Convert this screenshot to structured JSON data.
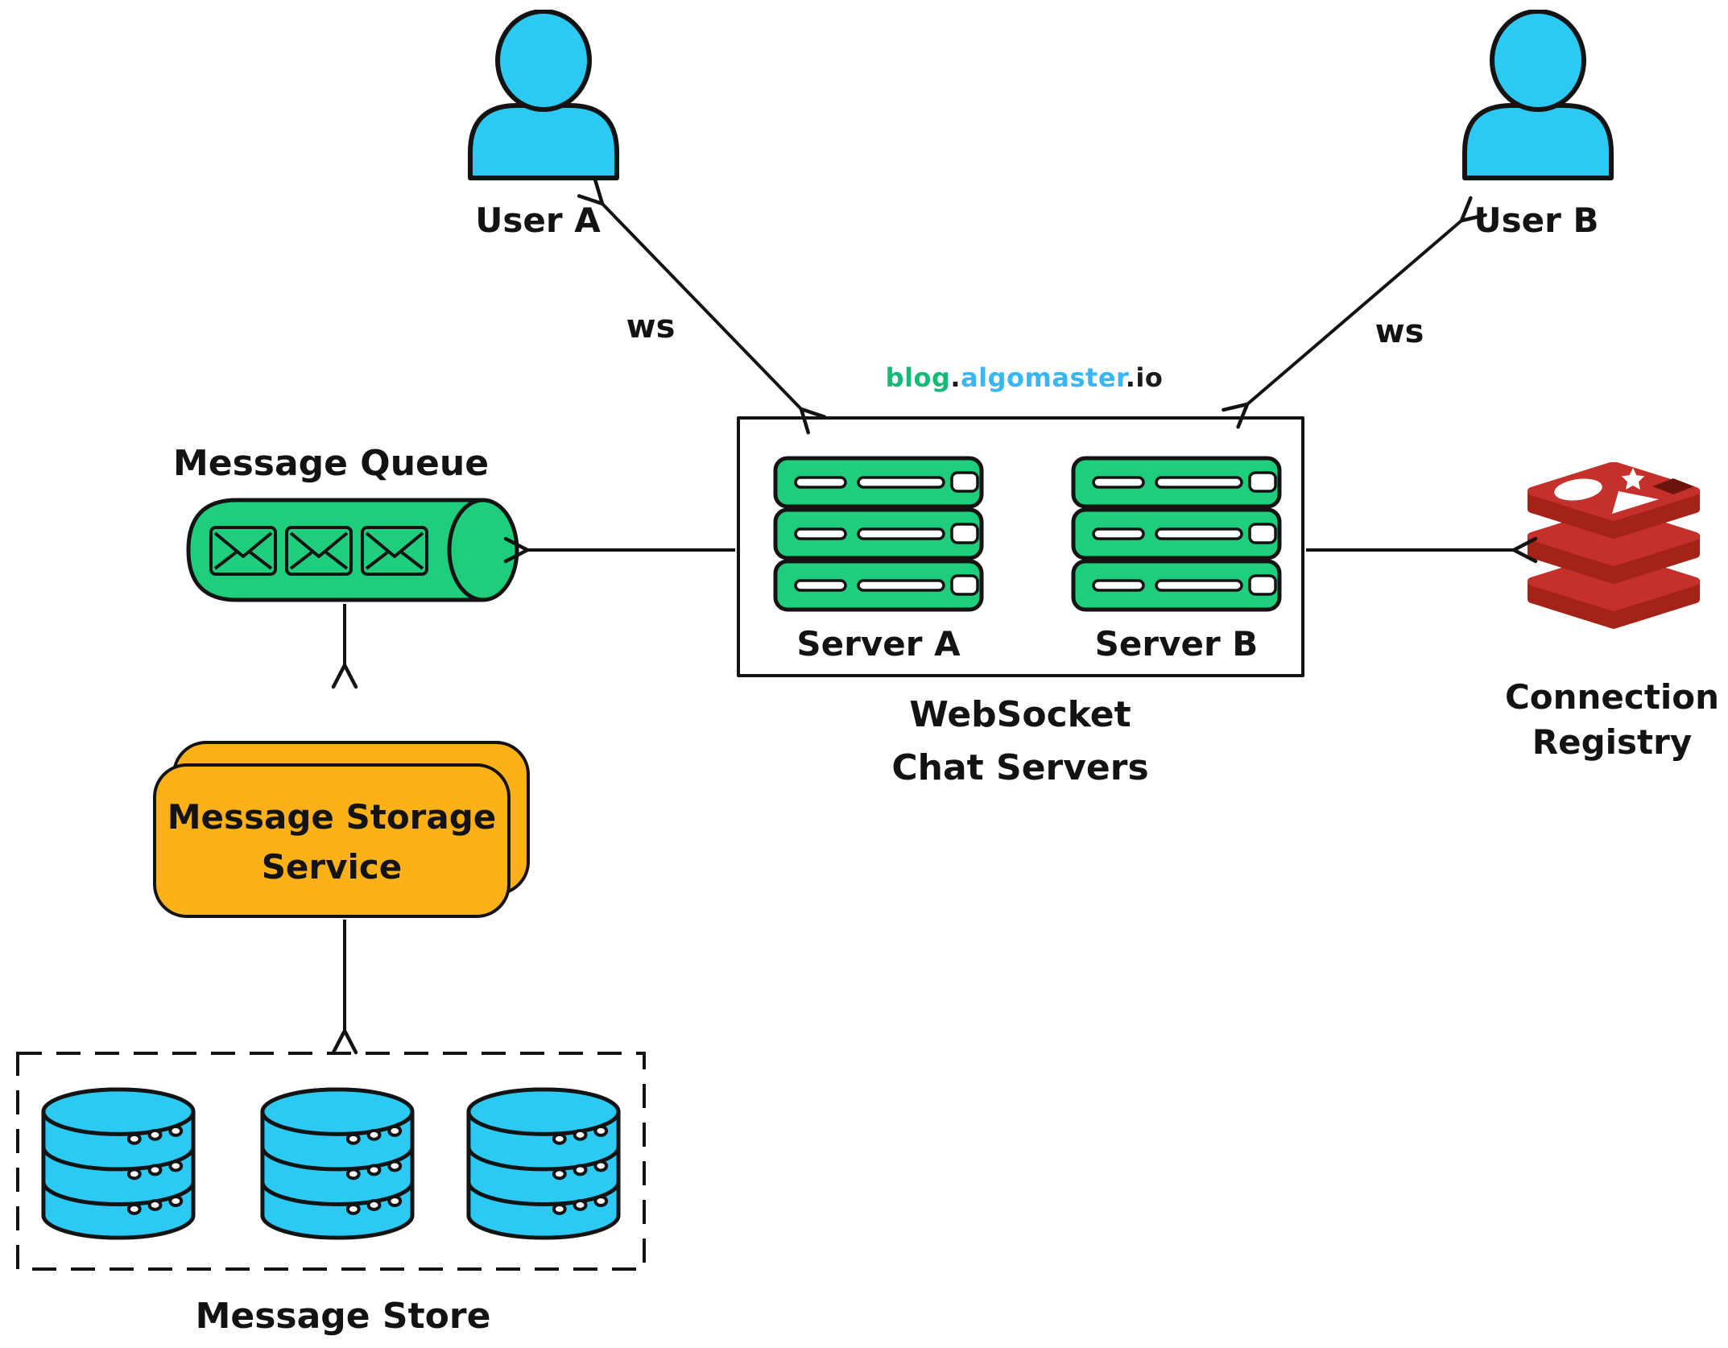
{
  "watermark": {
    "blog": "blog",
    "dot": ".",
    "domain": "algomaster",
    "tld": ".io"
  },
  "users": {
    "a": "User A",
    "b": "User B"
  },
  "edges": {
    "ws_left": "ws",
    "ws_right": "ws"
  },
  "chat_servers": {
    "caption": "WebSocket\nChat Servers",
    "server_a": "Server A",
    "server_b": "Server B"
  },
  "message_queue": {
    "label": "Message Queue"
  },
  "message_storage_service": {
    "label": "Message Storage\nService"
  },
  "message_store": {
    "label": "Message Store"
  },
  "connection_registry": {
    "label": "Connection\nRegistry"
  },
  "colors": {
    "ink": "#131313",
    "cyan": "#2cc9f2",
    "green": "#1fce7d",
    "orange": "#fbb117",
    "redis-red": "#c6302b",
    "redis-dark": "#a42318",
    "redis-hole": "#6e140f",
    "wm-green": "#17b978",
    "wm-blue": "#38b6f6"
  }
}
